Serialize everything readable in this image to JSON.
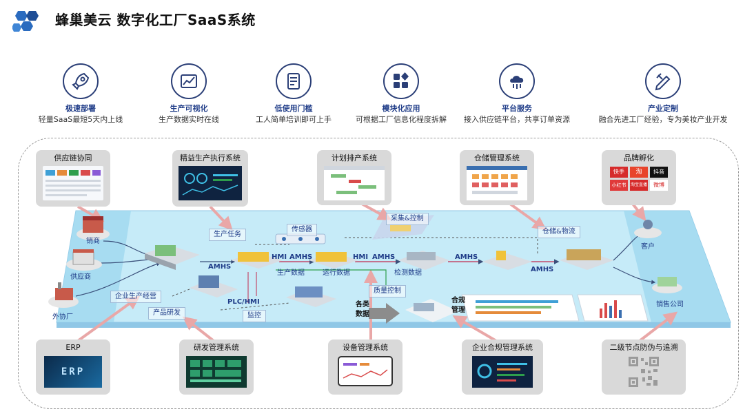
{
  "header": {
    "title": "蜂巢美云 数字化工厂SaaS系统"
  },
  "features": [
    {
      "icon": "rocket-icon",
      "title": "极速部署",
      "desc": "轻量SaaS最短5天内上线"
    },
    {
      "icon": "chart-line-icon",
      "title": "生产可视化",
      "desc": "生产数据实时在线"
    },
    {
      "icon": "document-icon",
      "title": "低使用门槛",
      "desc": "工人简单培训即可上手"
    },
    {
      "icon": "modules-icon",
      "title": "模块化应用",
      "desc": "可根据工厂信息化程度拆解"
    },
    {
      "icon": "cloud-icon",
      "title": "平台服务",
      "desc": "接入供应链平台，共享订单资源"
    },
    {
      "icon": "design-icon",
      "title": "产业定制",
      "desc": "融合先进工厂经验，专为美妆产业开发"
    }
  ],
  "top_modules": [
    "供应链协同",
    "精益生产执行系统",
    "计划排产系统",
    "仓储管理系统",
    "品牌孵化"
  ],
  "bottom_modules": [
    "ERP",
    "研发管理系统",
    "设备管理系统",
    "企业合规管理系统",
    "二级节点防伪与追溯"
  ],
  "brand_badges": [
    "快手",
    "淘",
    "抖音",
    "小红书",
    "淘宝直播",
    "微博"
  ],
  "erp_screen_text": "ERP",
  "left_nodes": [
    "销商",
    "供应商",
    "外协厂"
  ],
  "right_nodes": [
    "客户",
    "销售公司"
  ],
  "flow_tags": [
    "生产任务",
    "企业生产经营",
    "产品研发",
    "传感器",
    "采集&控制",
    "仓储&物流",
    "质量控制",
    "监控"
  ],
  "flow_labels": {
    "amhs": "AMHS",
    "hmi": "HMI",
    "plc_hmi": "PLC/HMI",
    "production_data": "生产数据",
    "run_data": "运行数据",
    "inspection_data": "检测数据",
    "compliance": "合规管理",
    "various_data": "各类数据"
  },
  "colors": {
    "accent": "#1f3c88",
    "platform": "#bfe6f6",
    "arrow": "#e9a7a7",
    "card": "#d9d9d9"
  }
}
